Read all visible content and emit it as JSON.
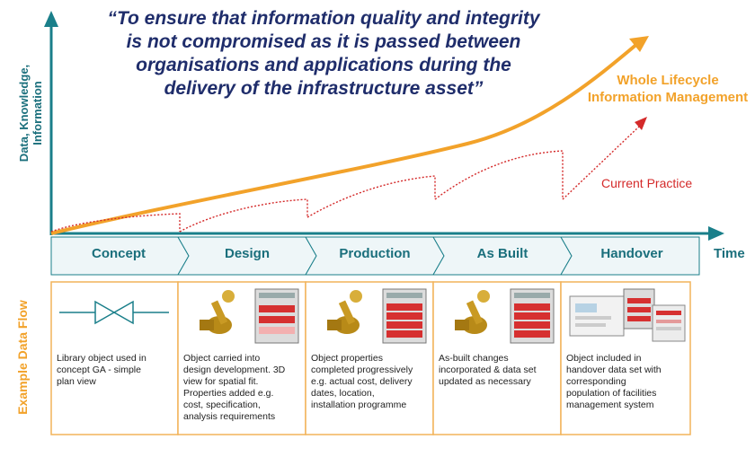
{
  "quote": {
    "lines": [
      "“To ensure that information quality and integrity",
      "is not compromised as it is passed between",
      "organisations and applications during the",
      "delivery of the infrastructure asset”"
    ]
  },
  "y_axis_label": "Data, Knowledge, Information",
  "x_axis_label": "Time",
  "flow_label": "Example Data Flow",
  "series": {
    "whole_lifecycle": {
      "lines": [
        "Whole Lifecycle",
        "Information Management"
      ],
      "color": "#f2a22a"
    },
    "current_practice": {
      "label": "Current Practice",
      "color": "#d42a2a"
    }
  },
  "colors": {
    "axis": "#1a7f8a",
    "stage_fill": "#eef6f8",
    "panel_border": "#f2b35a",
    "quote": "#1f2d6b"
  },
  "stages": [
    {
      "label": "Concept",
      "icon": "valve-symbol-icon",
      "desc": [
        "Library object used in",
        "concept GA - simple",
        "plan view"
      ]
    },
    {
      "label": "Design",
      "icon": "valve-3d-icon",
      "desc": [
        "Object carried into",
        "design development. 3D",
        "view for spatial fit.",
        "Properties added e.g.",
        "cost, specification,",
        "analysis requirements"
      ]
    },
    {
      "label": "Production",
      "icon": "valve-3d-icon",
      "desc": [
        "Object properties",
        "completed progressively",
        "e.g. actual cost, delivery",
        "dates, location,",
        "installation programme"
      ]
    },
    {
      "label": "As Built",
      "icon": "valve-3d-icon",
      "desc": [
        "As-built changes",
        "incorporated & data set",
        "updated as necessary"
      ]
    },
    {
      "label": "Handover",
      "icon": "handover-screens-icon",
      "desc": [
        "Object included in",
        "handover data set with",
        "corresponding",
        "population of facilities",
        "management system"
      ]
    }
  ]
}
